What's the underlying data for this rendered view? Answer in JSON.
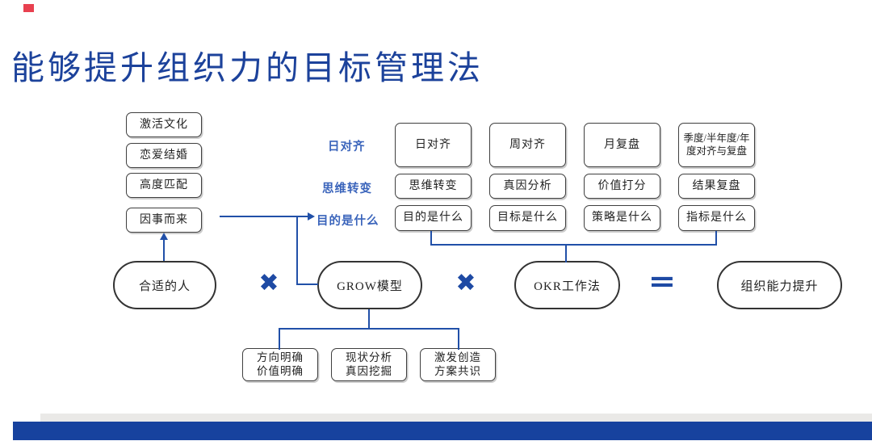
{
  "title": "能够提升组织力的目标管理法",
  "left_chain": [
    "激活文化",
    "恋爱结婚",
    "高度匹配",
    "因事而来"
  ],
  "side_labels": [
    "日对齐",
    "思维转变",
    "目的是什么"
  ],
  "matrix": {
    "rows": [
      {
        "cells": [
          "日对齐",
          "周对齐",
          "月复盘",
          "季度/半年度/年度对齐与复盘"
        ]
      },
      {
        "cells": [
          "思维转变",
          "真因分析",
          "价值打分",
          "结果复盘"
        ]
      },
      {
        "cells": [
          "目的是什么",
          "目标是什么",
          "策略是什么",
          "指标是什么"
        ]
      }
    ]
  },
  "equation": {
    "terms": [
      "合适的人",
      "GROW模型",
      "OKR工作法",
      "组织能力提升"
    ],
    "multiply": "✖",
    "equals": "="
  },
  "grow_children": [
    {
      "line1": "方向明确",
      "line2": "价值明确"
    },
    {
      "line1": "现状分析",
      "line2": "真因挖掘"
    },
    {
      "line1": "激发创造",
      "line2": "方案共识"
    }
  ],
  "colors": {
    "accent_red": "#e8404f",
    "title_blue": "#1c429b",
    "line_blue": "#2150a8",
    "label_blue": "#3a64bb",
    "bar_blue": "#17429e",
    "bar_gray": "#eae9e7"
  }
}
